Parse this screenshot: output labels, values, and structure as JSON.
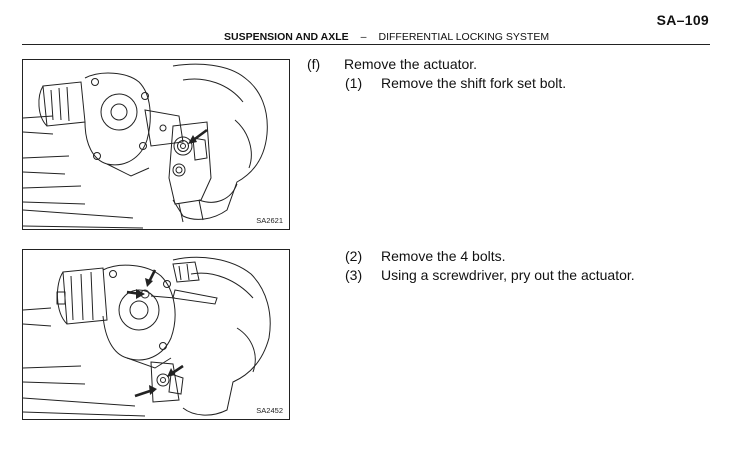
{
  "header": {
    "page_number": "SA–109",
    "chapter": "SUSPENSION AND AXLE",
    "separator": "–",
    "section": "DIFFERENTIAL LOCKING SYSTEM"
  },
  "figures": [
    {
      "code": "SA2621"
    },
    {
      "code": "SA2452"
    }
  ],
  "steps": {
    "f": {
      "marker": "(f)",
      "text": "Remove the actuator."
    },
    "s1": {
      "marker": "(1)",
      "text": "Remove the shift fork set bolt."
    },
    "s2": {
      "marker": "(2)",
      "text": "Remove the 4 bolts."
    },
    "s3": {
      "marker": "(3)",
      "text": "Using a screwdriver, pry out the actuator."
    }
  }
}
